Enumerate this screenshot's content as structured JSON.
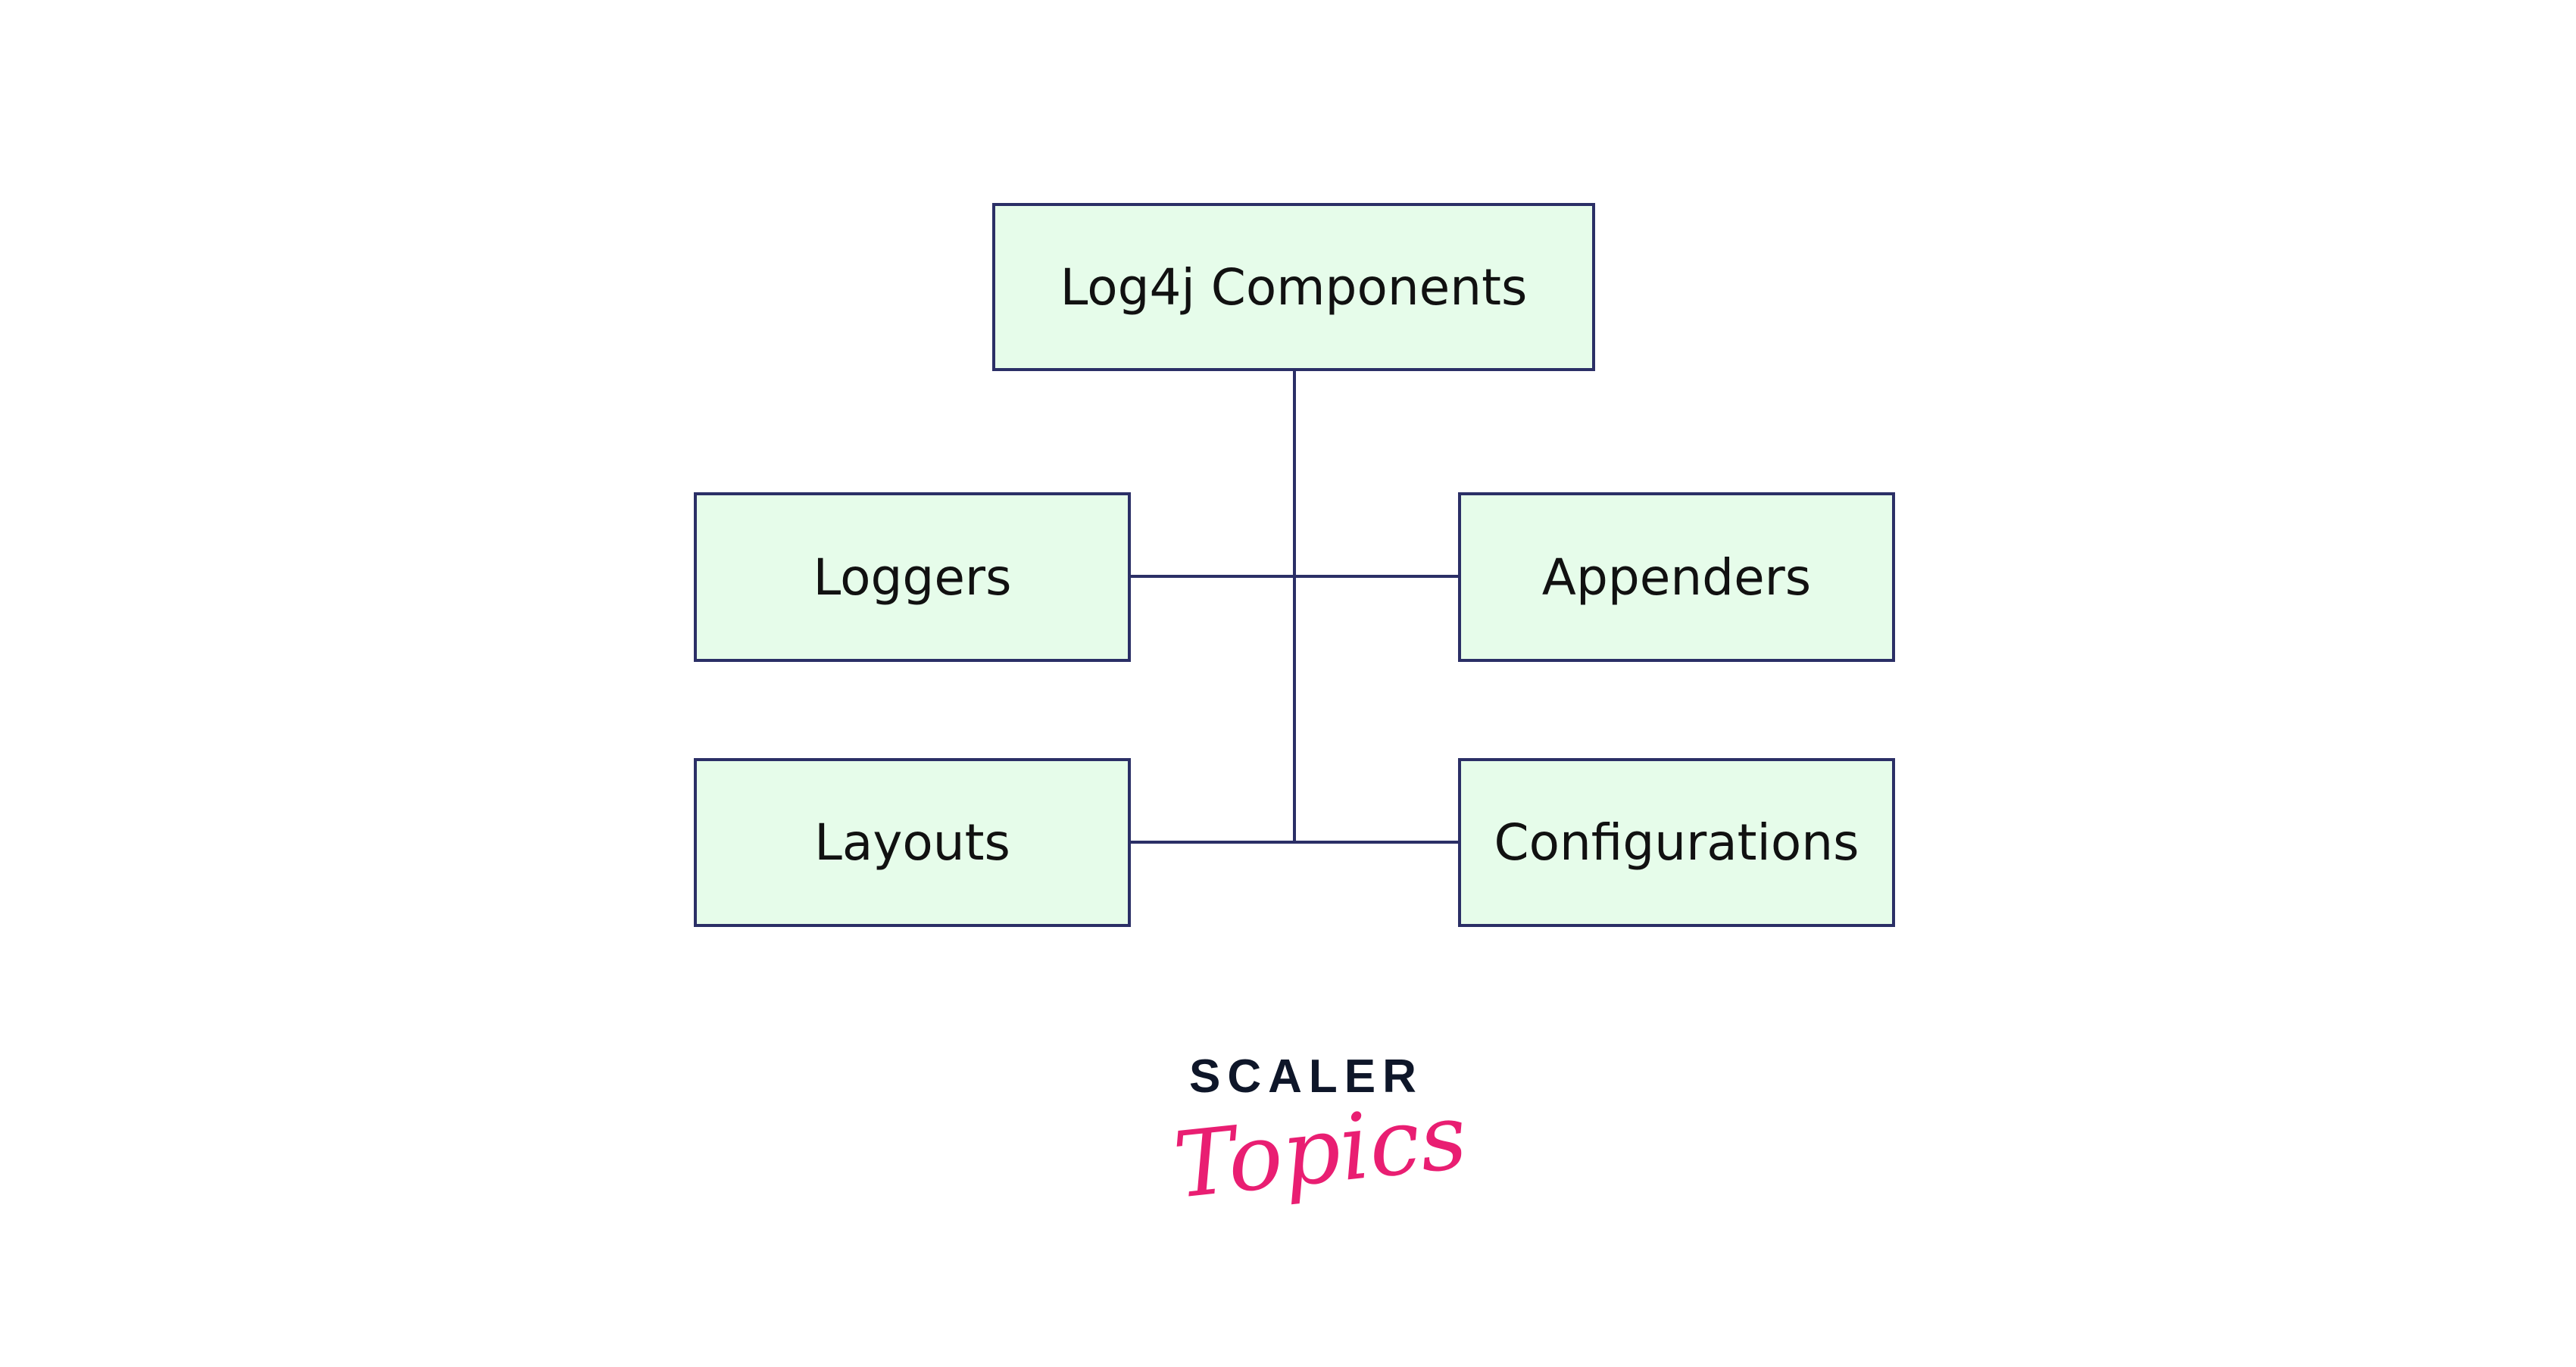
{
  "diagram": {
    "root": "Log4j Components",
    "children": [
      "Loggers",
      "Appenders",
      "Layouts",
      "Configurations"
    ]
  },
  "logo": {
    "line1": "SCALER",
    "line2": "Topics"
  },
  "colors": {
    "box_fill": "#e6fcea",
    "box_border": "#2b2f66",
    "logo_dark": "#0e1629",
    "logo_pink": "#e91e72"
  }
}
